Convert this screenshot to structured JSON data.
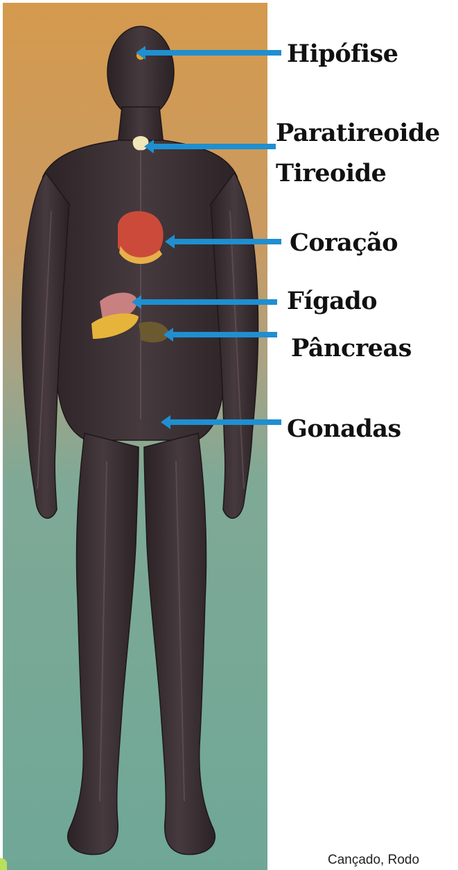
{
  "labels": {
    "hipofise": "Hipófise",
    "paratireoide": "Paratireoide",
    "tireoide": "Tireoide",
    "coracao": "Coração",
    "figado": "Fígado",
    "pancreas": "Pâncreas",
    "gonadas": "Gonadas"
  },
  "credit": "Cançado, Rodo",
  "colors": {
    "background_top": "#d49a4e",
    "background_bottom": "#70a89a",
    "arrow": "#1f8fd0",
    "body": "#3a2f33",
    "heart": "#cc4a3a",
    "liver": "#e0a040",
    "pancreas": "#6b5a30"
  }
}
